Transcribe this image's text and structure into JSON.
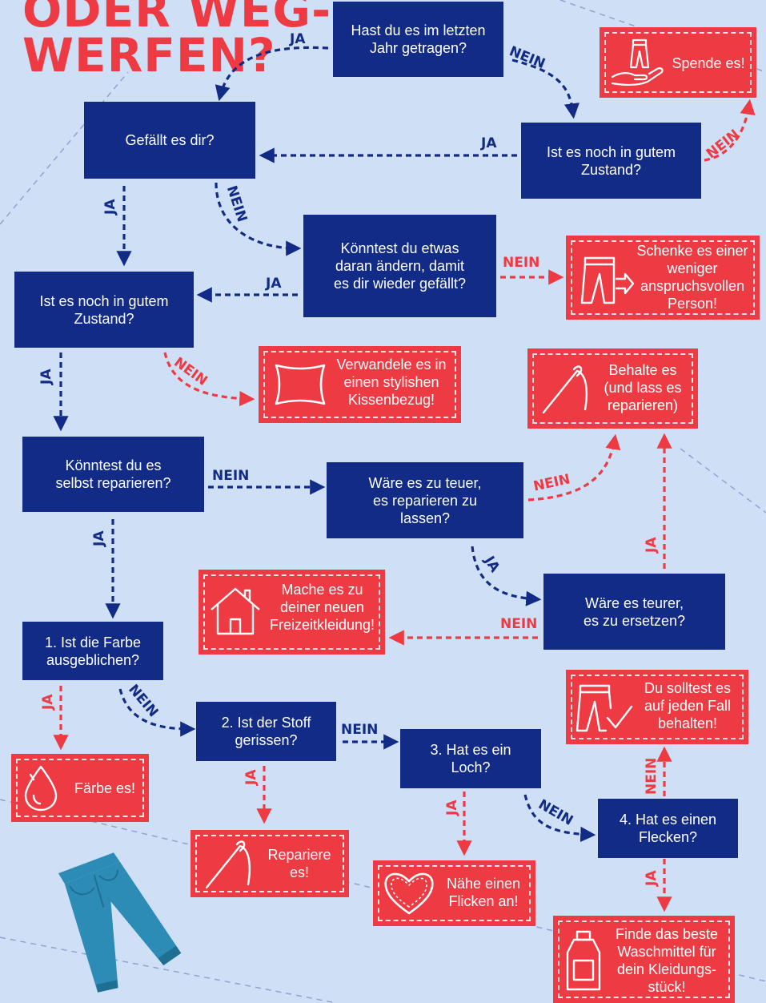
{
  "title": {
    "line1": "ODER WEG-",
    "line2": "WERFEN?"
  },
  "colors": {
    "background": "#cfe0f6",
    "question": "#112b86",
    "answer": "#ee3a43",
    "jeans": "#2d8cb5"
  },
  "questions": {
    "q1": "Hast du es im letzten\nJahr getragen?",
    "q2": "Gefällt es dir?",
    "q3": "Ist es noch in gutem\nZustand?",
    "q4": "Könntest du etwas\ndaran ändern, damit\nes dir wieder gefällt?",
    "q5": "Ist es noch in gutem\nZustand?",
    "q6": "Könntest du es\nselbst reparieren?",
    "q7": "Wäre es zu teuer,\nes reparieren zu\nlassen?",
    "q8": "Wäre es teurer,\nes zu ersetzen?",
    "q9": "1. Ist die Farbe\nausgeblichen?",
    "q10": "2. Ist der Stoff\ngerissen?",
    "q11": "3. Hat es ein\nLoch?",
    "q12": "4. Hat es einen\nFlecken?"
  },
  "answers": {
    "donate": {
      "text": "Spende es!",
      "icon": "donate-hand-icon"
    },
    "gift": {
      "text": "Schenke es einer\nweniger\nanspruchsvollen\nPerson!",
      "icon": "pants-gift-icon"
    },
    "pillow": {
      "text": "Verwandele es in\neinen stylishen\nKissenbezug!",
      "icon": "pillow-icon"
    },
    "keep_repair": {
      "text": "Behalte es\n(und lass es\nreparieren)",
      "icon": "needle-icon"
    },
    "leisure": {
      "text": "Mache es zu\ndeiner neuen\nFreizeitkleidung!",
      "icon": "house-icon"
    },
    "keep": {
      "text": "Du solltest es\nauf jeden Fall\nbehalten!",
      "icon": "pants-check-icon"
    },
    "dye": {
      "text": "Färbe es!",
      "icon": "drop-icon"
    },
    "repair": {
      "text": "Repariere\nes!",
      "icon": "needle-icon"
    },
    "patch": {
      "text": "Nähe einen\nFlicken an!",
      "icon": "heart-patch-icon"
    },
    "detergent": {
      "text": "Finde das beste\nWaschmittel für\ndein Kleidungs-\nstück!",
      "icon": "detergent-bottle-icon"
    }
  },
  "labels": {
    "yes": "JA",
    "no": "NEIN"
  },
  "decor": {
    "icon": "jeans-icon"
  }
}
